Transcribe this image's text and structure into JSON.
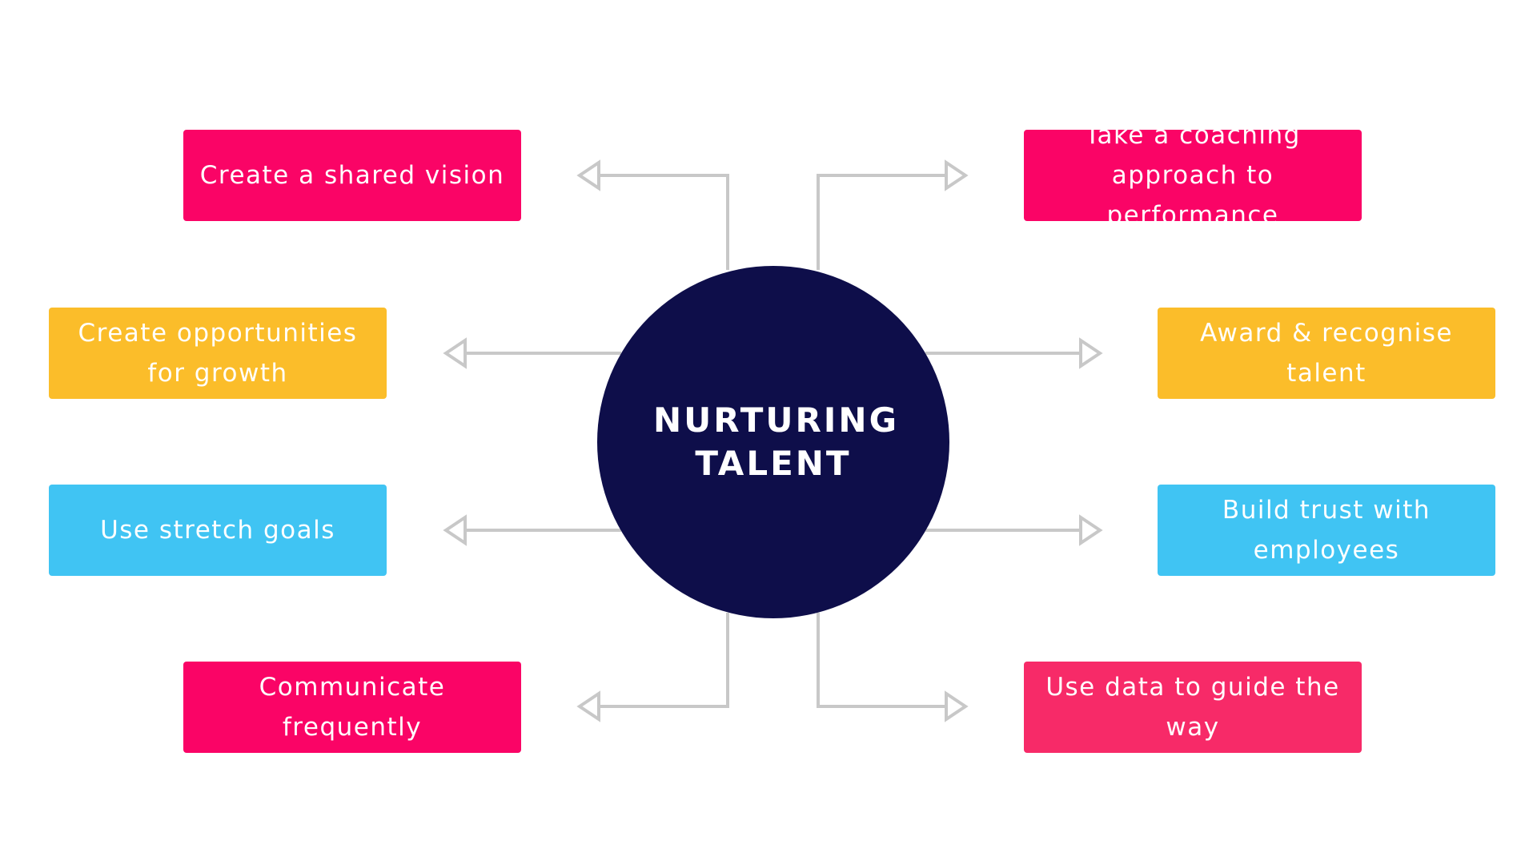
{
  "diagram": {
    "center": {
      "title": "NURTURING TALENT",
      "color": "#0e0e4a"
    },
    "connector_color": "#c8c8c8",
    "nodes": [
      {
        "label": "Create a shared vision",
        "color": "#fa0466"
      },
      {
        "label": "Create opportunities for growth",
        "color": "#fbbd2a"
      },
      {
        "label": "Use stretch goals",
        "color": "#40c4f3"
      },
      {
        "label": "Communicate frequently",
        "color": "#fa0466"
      },
      {
        "label": "Take a coaching approach to performance",
        "color": "#fa0466"
      },
      {
        "label": "Award & recognise talent",
        "color": "#fbbd2a"
      },
      {
        "label": "Build trust with employees",
        "color": "#40c4f3"
      },
      {
        "label": "Use data to guide the way",
        "color": "#f72a68"
      }
    ]
  }
}
